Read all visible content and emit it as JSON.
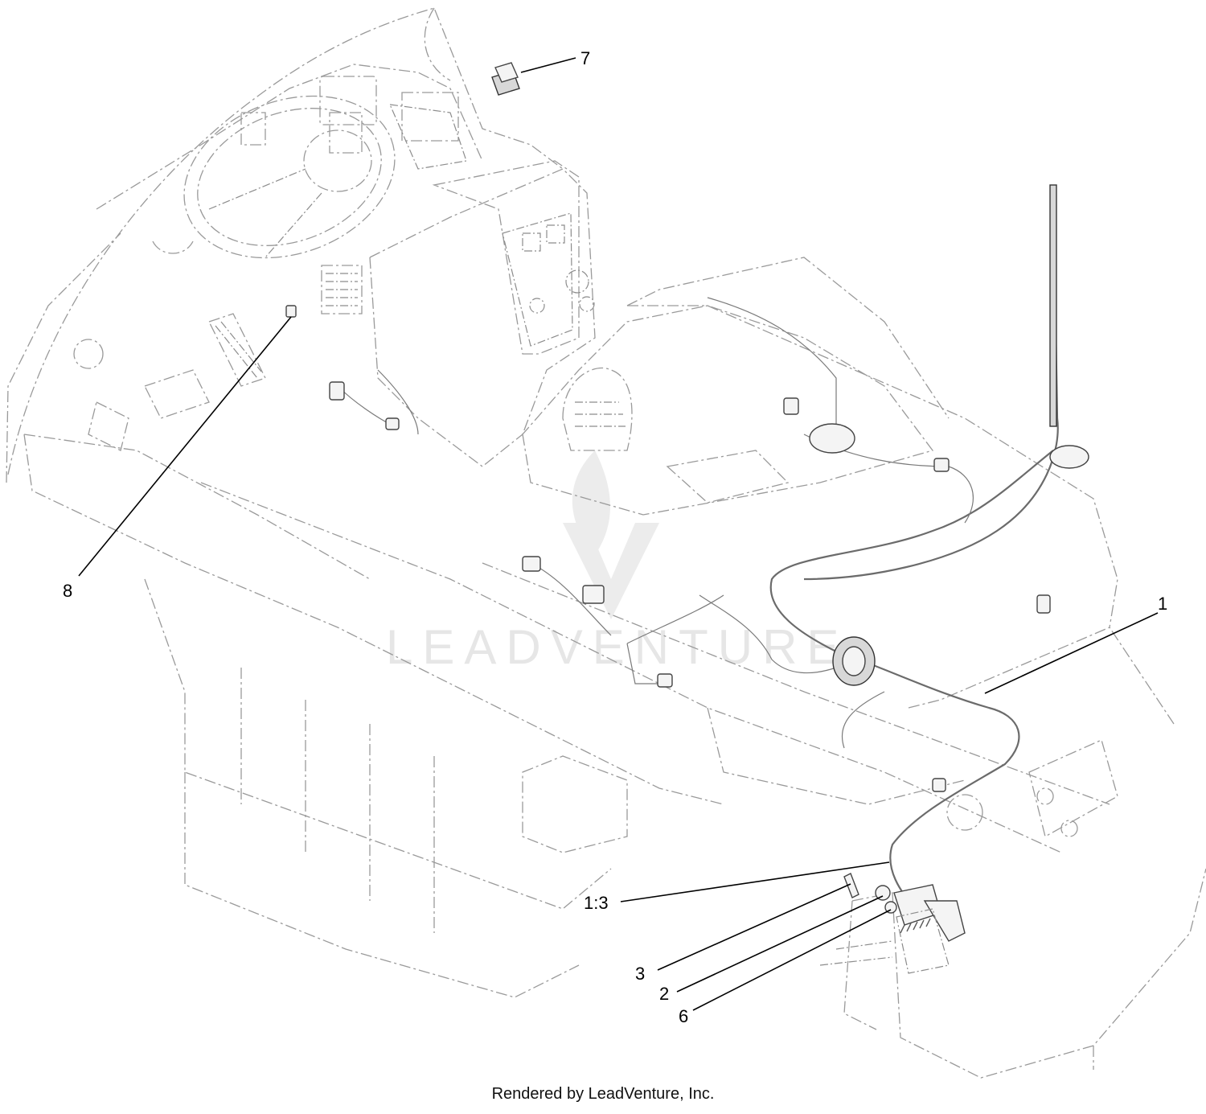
{
  "callouts": [
    {
      "id": "7",
      "label": "7"
    },
    {
      "id": "8",
      "label": "8"
    },
    {
      "id": "1",
      "label": "1"
    },
    {
      "id": "1-3",
      "label": "1:3"
    },
    {
      "id": "3",
      "label": "3"
    },
    {
      "id": "2",
      "label": "2"
    },
    {
      "id": "6",
      "label": "6"
    }
  ],
  "watermark": "LEADVENTURE",
  "credit": "Rendered by LeadVenture, Inc."
}
